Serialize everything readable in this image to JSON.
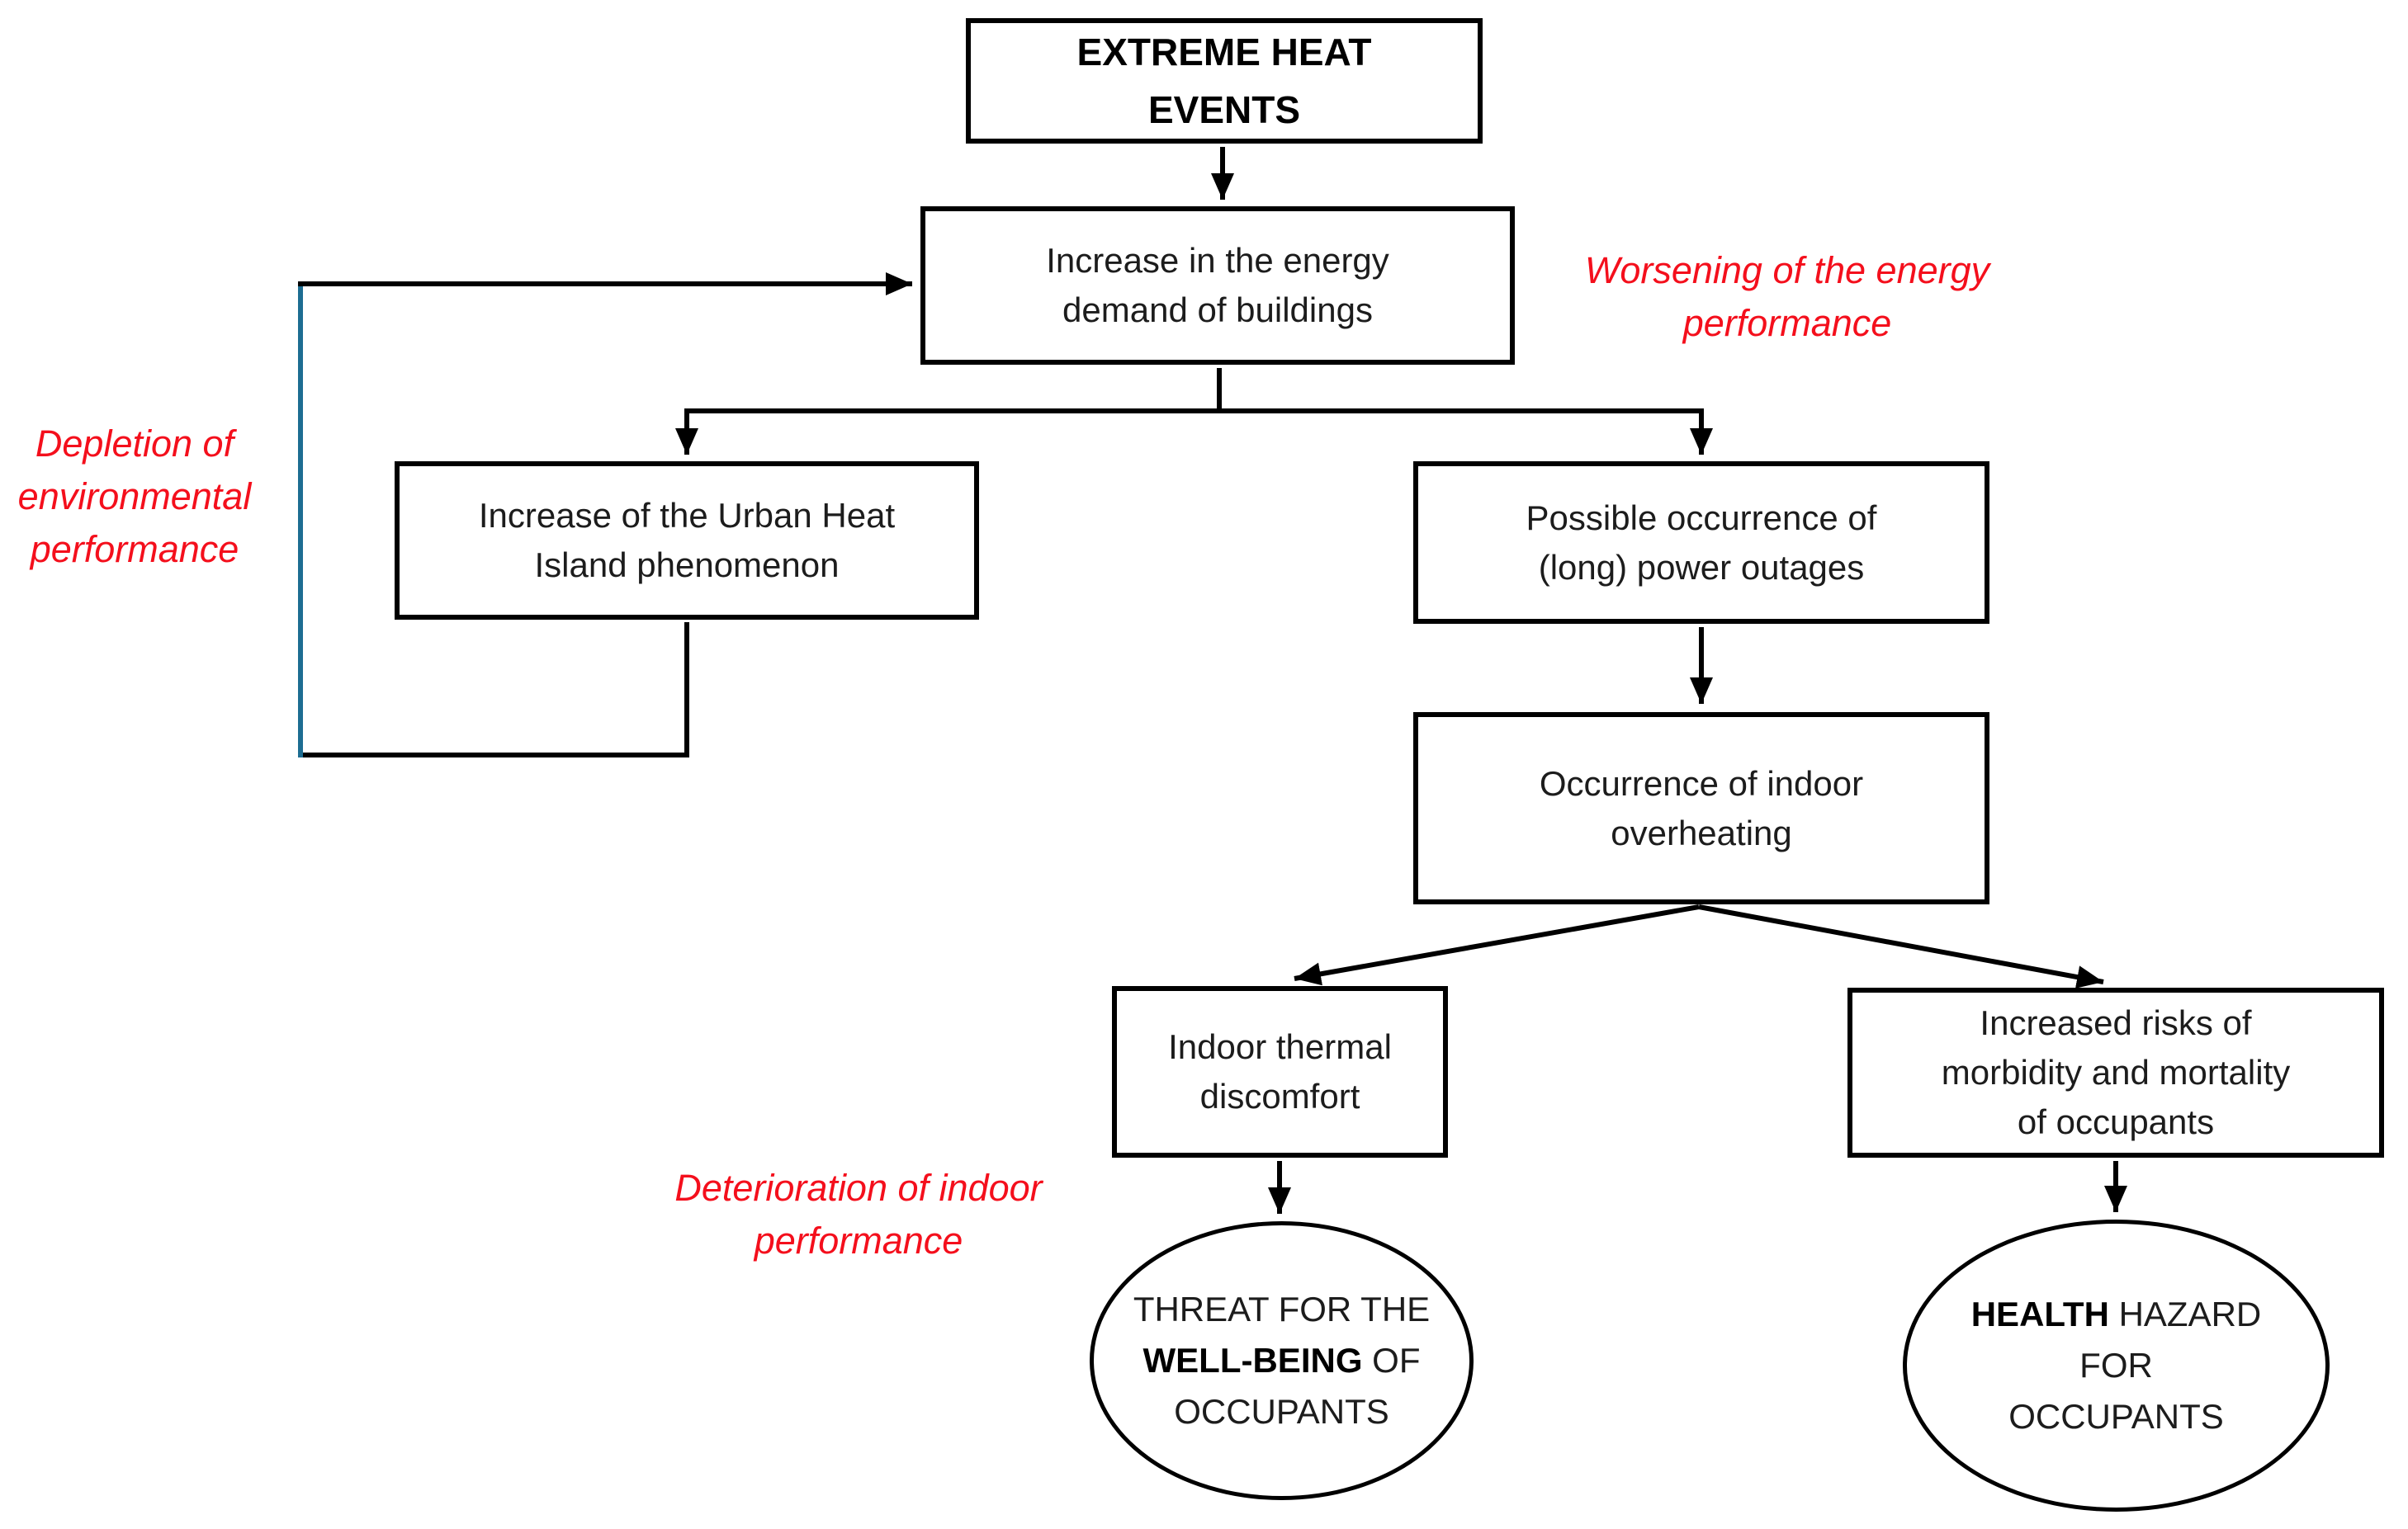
{
  "colors": {
    "red_annotation": "#f40f1c",
    "loop_blue": "#1d6d92",
    "ink": "#000000"
  },
  "nodes": {
    "extreme_heat": {
      "lines": [
        "EXTREME HEAT",
        "EVENTS"
      ]
    },
    "energy_demand": {
      "lines": [
        "Increase in the energy",
        "demand of buildings"
      ]
    },
    "urban_heat_island": {
      "lines": [
        "Increase of the Urban Heat",
        "Island phenomenon"
      ]
    },
    "power_outages": {
      "lines": [
        "Possible occurrence of",
        "(long) power outages"
      ]
    },
    "indoor_overheating": {
      "lines": [
        "Occurrence of indoor",
        "overheating"
      ]
    },
    "thermal_discomfort": {
      "lines": [
        "Indoor thermal",
        "discomfort"
      ]
    },
    "morbidity_mortality": {
      "lines": [
        "Increased risks of",
        "morbidity and mortality",
        "of occupants"
      ]
    },
    "wellbeing_threat": {
      "line1": "THREAT FOR THE",
      "line2_bold": "WELL-BEING",
      "line2_rest": " OF",
      "line3": "OCCUPANTS"
    },
    "health_hazard": {
      "line1_bold": "HEALTH",
      "line1_rest": " HAZARD",
      "line2": "FOR",
      "line3": "OCCUPANTS"
    }
  },
  "annotations": {
    "worsening": {
      "lines": [
        "Worsening of the energy",
        "performance"
      ]
    },
    "depletion": {
      "lines": [
        "Depletion of",
        "environmental",
        "performance"
      ]
    },
    "deterioration": {
      "lines": [
        "Deterioration of indoor",
        "performance"
      ]
    }
  }
}
